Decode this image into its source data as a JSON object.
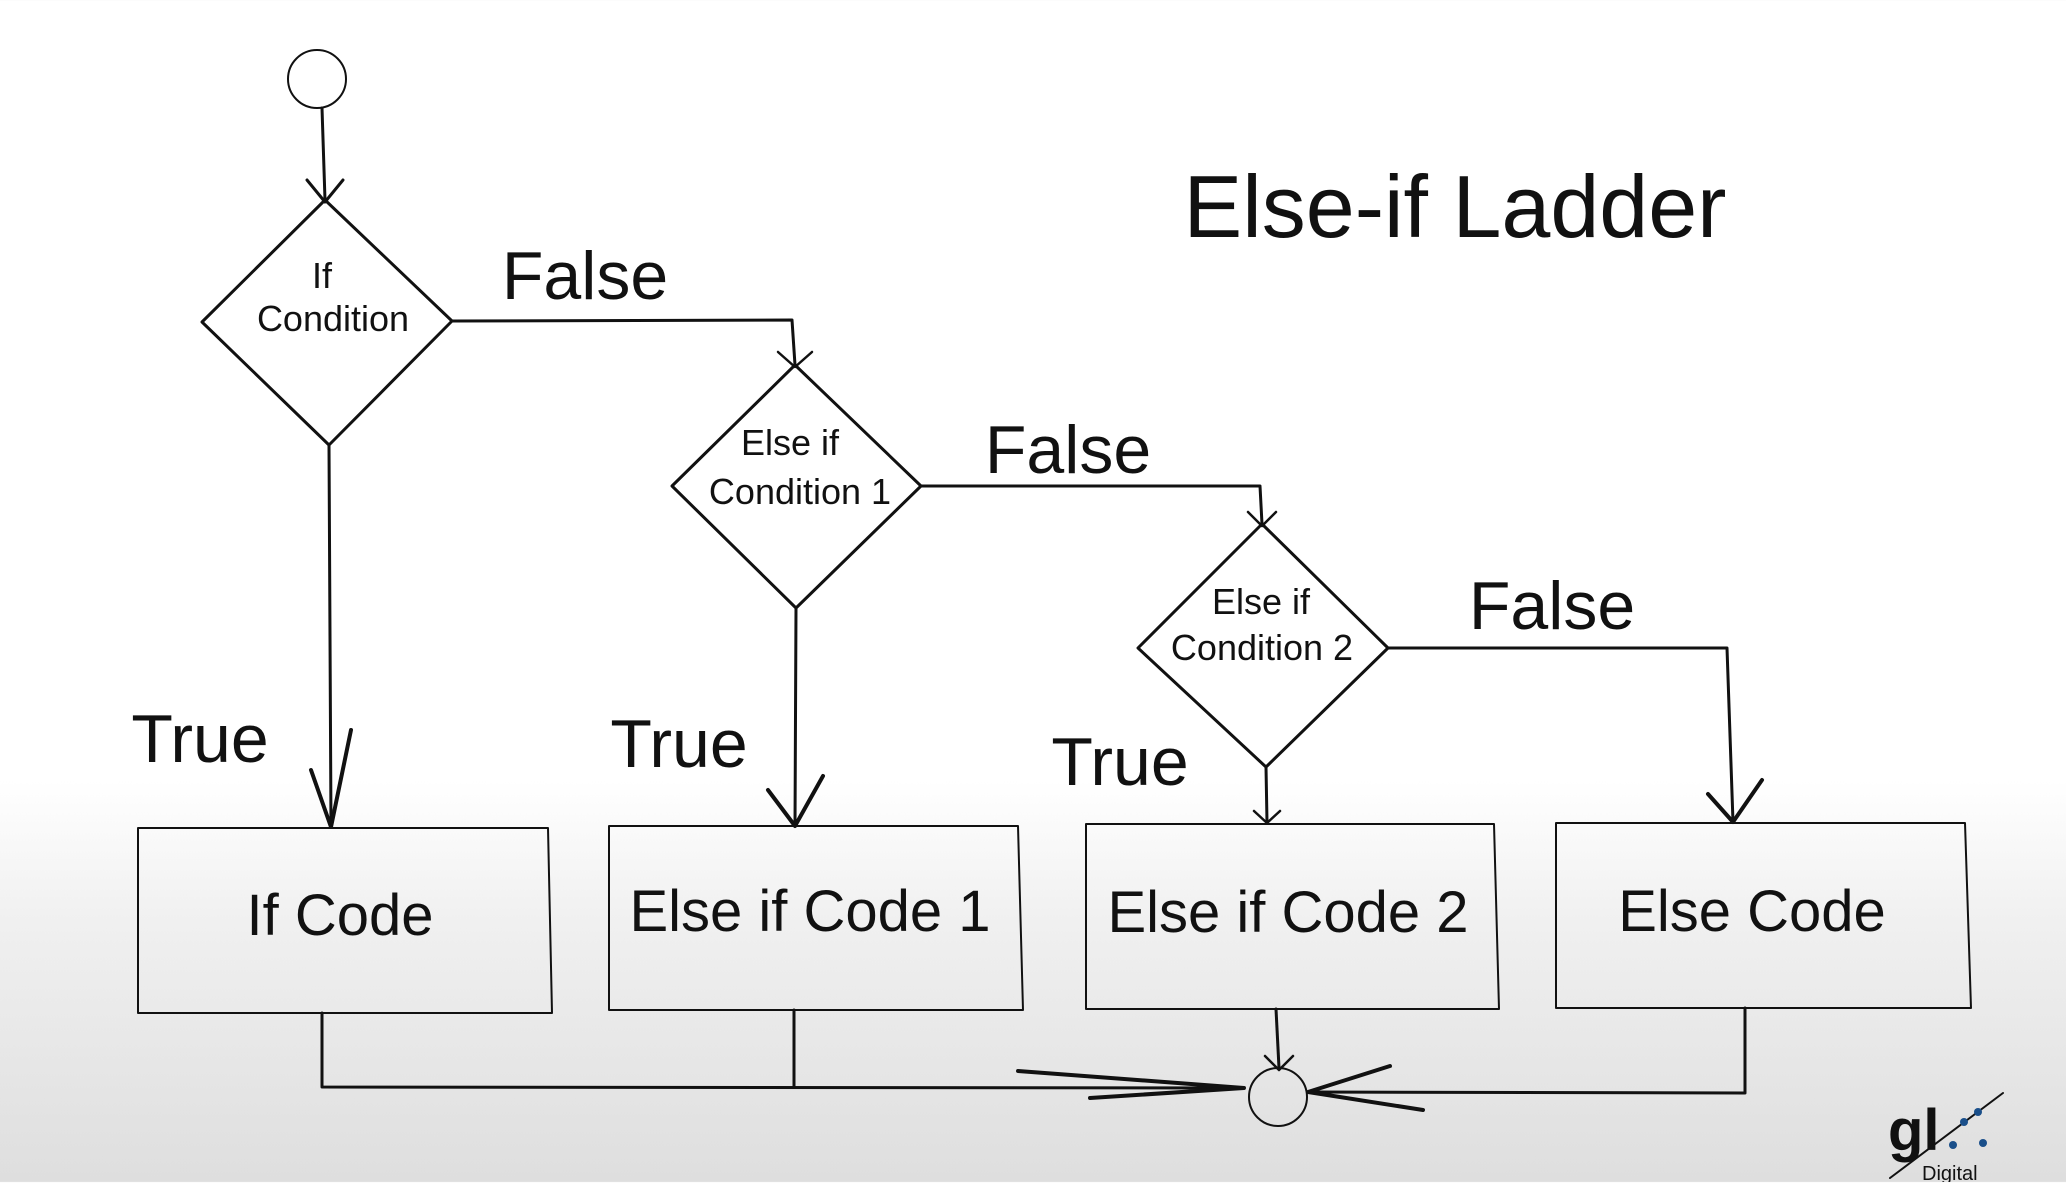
{
  "title": "Else-if Ladder",
  "decisions": {
    "if": [
      "If",
      "Condition"
    ],
    "elseif1": [
      "Else if",
      "Condition 1"
    ],
    "elseif2": [
      "Else if",
      "Condition 2"
    ]
  },
  "branch_labels": {
    "false": "False",
    "true": "True"
  },
  "blocks": {
    "if_code": "If Code",
    "elseif_code_1": "Else if Code 1",
    "elseif_code_2": "Else if Code 2",
    "else_code": "Else Code"
  },
  "logo": {
    "text": "gl",
    "subtext": "Digital"
  }
}
